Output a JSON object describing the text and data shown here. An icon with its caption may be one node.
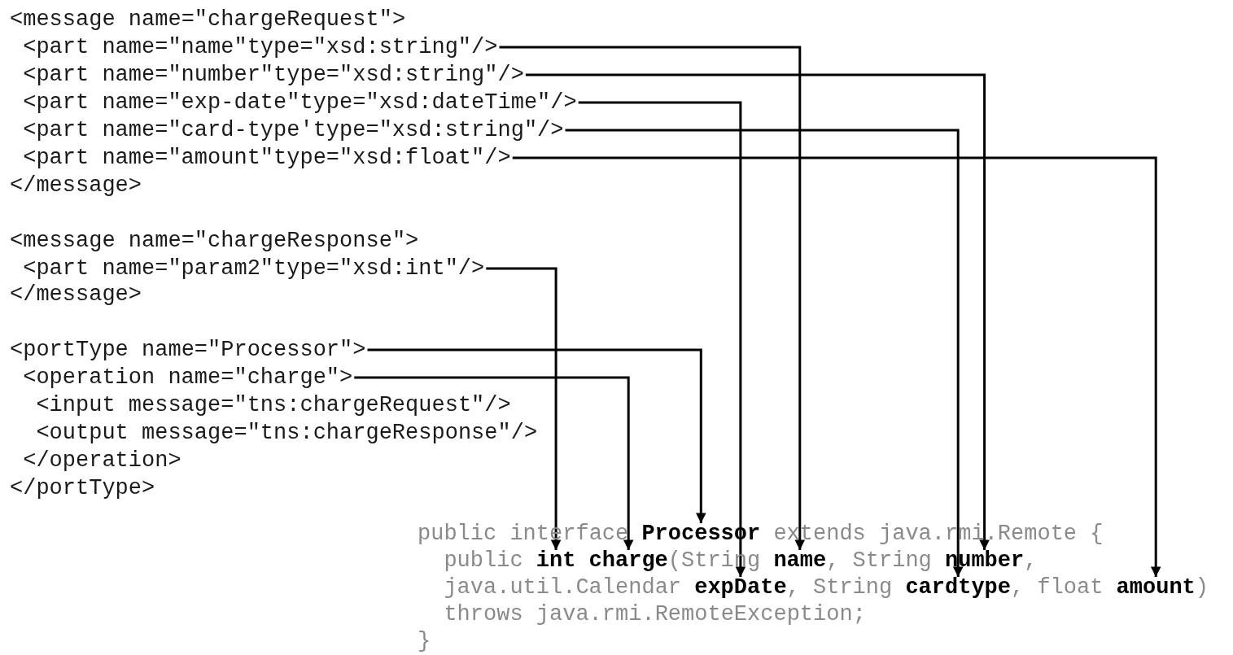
{
  "diagram": {
    "nodes": [
      {
        "text": [
          "<part name=\"name\"type=\"xsd:string\"/>"
        ]
      },
      {
        "text": [
          "<part name=\"number\"type=\"xsd:string\"/>"
        ]
      },
      {
        "text": [
          "<part name=\"exp-date\"type=\"xsd:dateTime\"/>"
        ]
      },
      {
        "text": [
          "<part name=\"card-type'type=\"xsd:string\"/>"
        ]
      },
      {
        "text": [
          "<part name=\"amount\"type=\"xsd:float\"/>"
        ]
      },
      {
        "text": [
          "<part name=\"param2\"type=\"xsd:int\"/>"
        ]
      },
      {
        "text": [
          "<portType name=\"Processor\">"
        ]
      },
      {
        "text": [
          "<operation name=\"charge\">"
        ]
      },
      {
        "text": [
          "Processor"
        ]
      },
      {
        "text": [
          "int"
        ]
      },
      {
        "text": [
          "charge"
        ]
      },
      {
        "text": [
          "name"
        ]
      },
      {
        "text": [
          "number"
        ]
      },
      {
        "text": [
          "expDate"
        ]
      },
      {
        "text": [
          "cardtype"
        ]
      },
      {
        "text": [
          "amount"
        ]
      }
    ],
    "edges": [
      {
        "from": 0,
        "to": 11,
        "arrow": "to"
      },
      {
        "from": 1,
        "to": 12,
        "arrow": "to"
      },
      {
        "from": 2,
        "to": 13,
        "arrow": "to"
      },
      {
        "from": 3,
        "to": 14,
        "arrow": "to"
      },
      {
        "from": 4,
        "to": 15,
        "arrow": "to"
      },
      {
        "from": 5,
        "to": 9,
        "arrow": "to"
      },
      {
        "from": 6,
        "to": 8,
        "arrow": "to"
      },
      {
        "from": 7,
        "to": 10,
        "arrow": "to"
      }
    ],
    "labels": [
      "<message name=\"chargeRequest\">",
      "</message>",
      "<message name=\"chargeResponse\">",
      "</message>",
      "<input message=\"tns:chargeRequest\"/>",
      "<output message=\"tns:chargeResponse\"/>",
      "</operation>",
      "</portType>",
      "public interface",
      "extends java.rmi.Remote {",
      "public",
      "(String",
      ", String",
      ",",
      "java.util.Calendar",
      ", String",
      ", float",
      ")",
      "throws java.rmi.RemoteException;",
      "}"
    ]
  }
}
